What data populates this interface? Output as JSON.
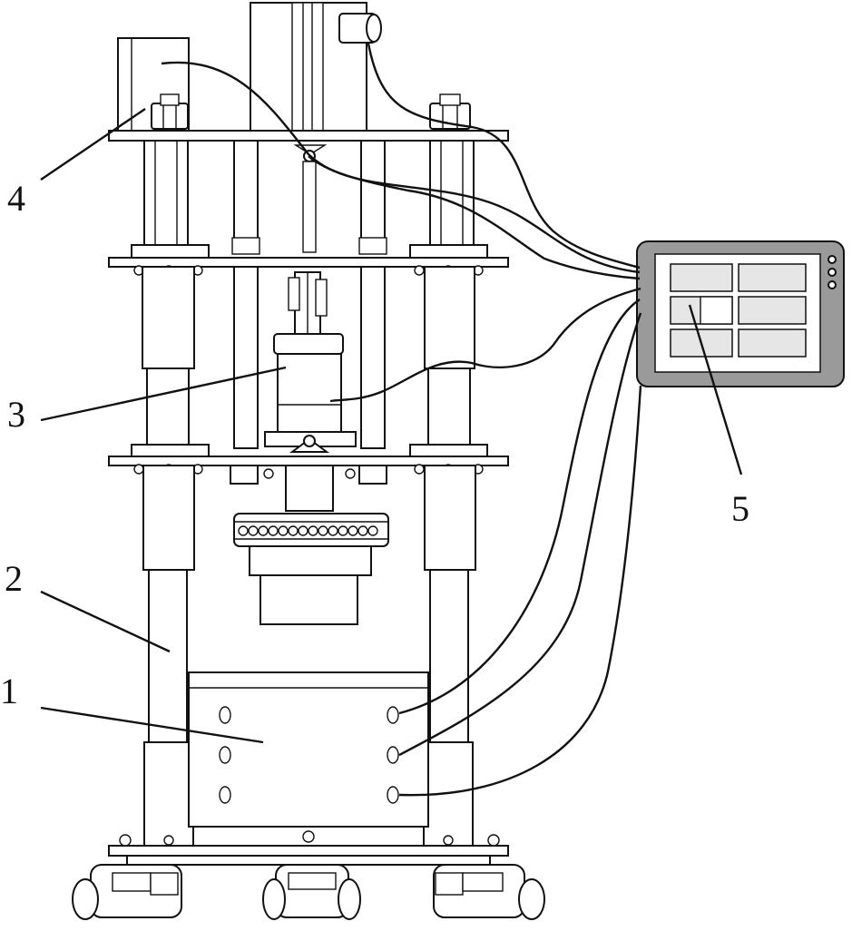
{
  "callouts": [
    {
      "id": "base-box",
      "label": "1"
    },
    {
      "id": "column",
      "label": "2"
    },
    {
      "id": "sensor",
      "label": "3"
    },
    {
      "id": "actuator",
      "label": "4"
    },
    {
      "id": "controller",
      "label": "5"
    }
  ],
  "colors": {
    "line": "#111111",
    "background": "#ffffff",
    "controller_body": "#9a9a9a",
    "panel_face": "#e6e6e6"
  }
}
